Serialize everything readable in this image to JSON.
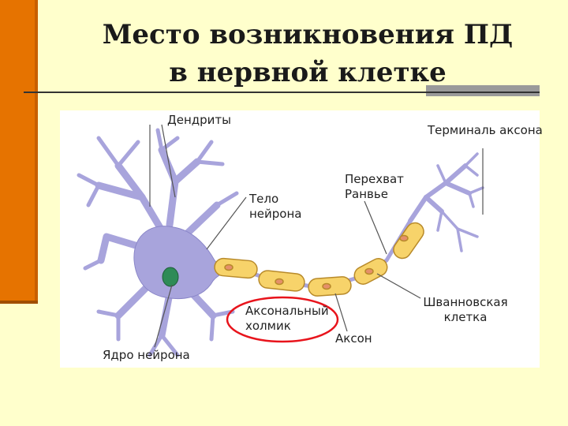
{
  "slide": {
    "title_line1": "Место возникновения ПД",
    "title_line2": "в нервной клетке"
  },
  "labels": {
    "dendrites": "Дендриты",
    "axon_terminal": "Терминаль аксона",
    "node_ranvier_1": "Перехват",
    "node_ranvier_2": "Ранвье",
    "cell_body_1": "Тело",
    "cell_body_2": "нейрона",
    "axon_hillock_1": "Аксональный",
    "axon_hillock_2": "холмик",
    "axon": "Аксон",
    "schwann_1": "Шванновская",
    "schwann_2": "клетка",
    "nucleus": "Ядро нейрона"
  },
  "colors": {
    "background": "#ffffcc",
    "accent_bar": "#e67300",
    "neuron_body": "#a8a4dc",
    "myelin": "#f7d36a",
    "nucleus": "#2e8b57",
    "highlight_oval": "#e8141c"
  }
}
